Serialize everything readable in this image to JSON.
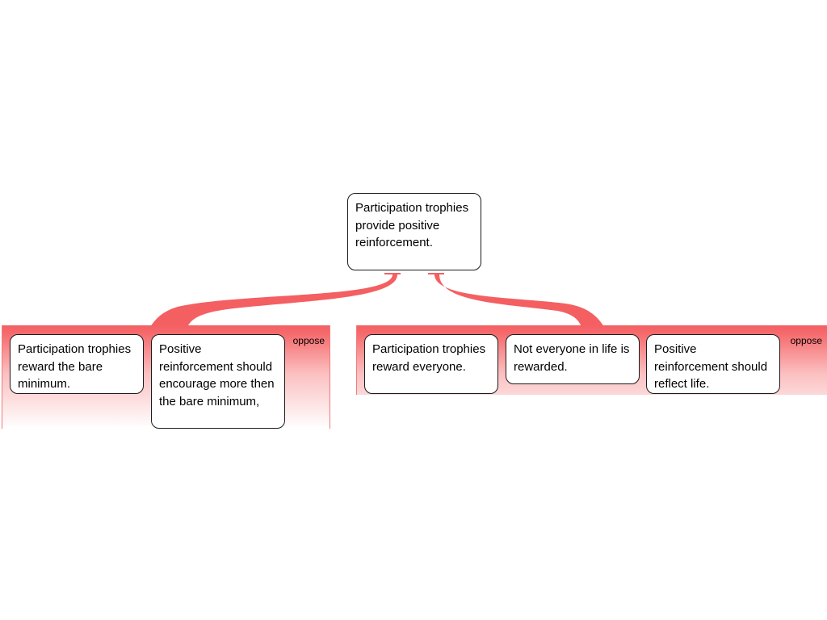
{
  "colors": {
    "oppose_accent": "#f45f62",
    "node_border": "#1a1a1a",
    "node_fill": "#ffffff"
  },
  "claim": {
    "text": "Participation trophies provide positive reinforcement."
  },
  "groups": [
    {
      "label": "oppose",
      "premises": [
        {
          "text": "Participation trophies reward the bare minimum."
        },
        {
          "text": "Positive reinforcement should encourage more then the bare minimum,"
        }
      ]
    },
    {
      "label": "oppose",
      "premises": [
        {
          "text": "Participation trophies reward everyone."
        },
        {
          "text": "Not everyone in life is rewarded."
        },
        {
          "text": "Positive reinforcement should reflect life."
        }
      ]
    }
  ]
}
